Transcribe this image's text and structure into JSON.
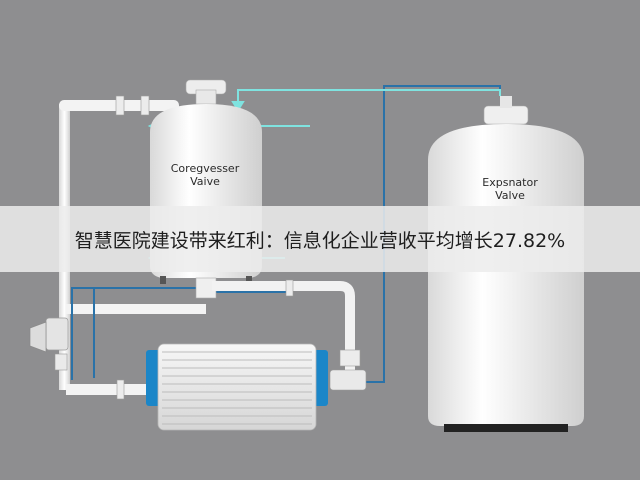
{
  "compressor": {
    "label_line1": "Coregvesser",
    "label_line2": "Vaive"
  },
  "expansion": {
    "label_line1": "Expsnator",
    "label_line2": "Valve"
  },
  "banner": {
    "text": "智慧医院建设带来红利：信息化企业营收平均增长27.82%"
  },
  "colors": {
    "background": "#8e8e90",
    "pipe": "#f2f2f2",
    "tank": "#f4f4f4",
    "flow_line": "#2a72a8",
    "arrow": "#7fe3e0",
    "fin_accent": "#1b86c8"
  }
}
